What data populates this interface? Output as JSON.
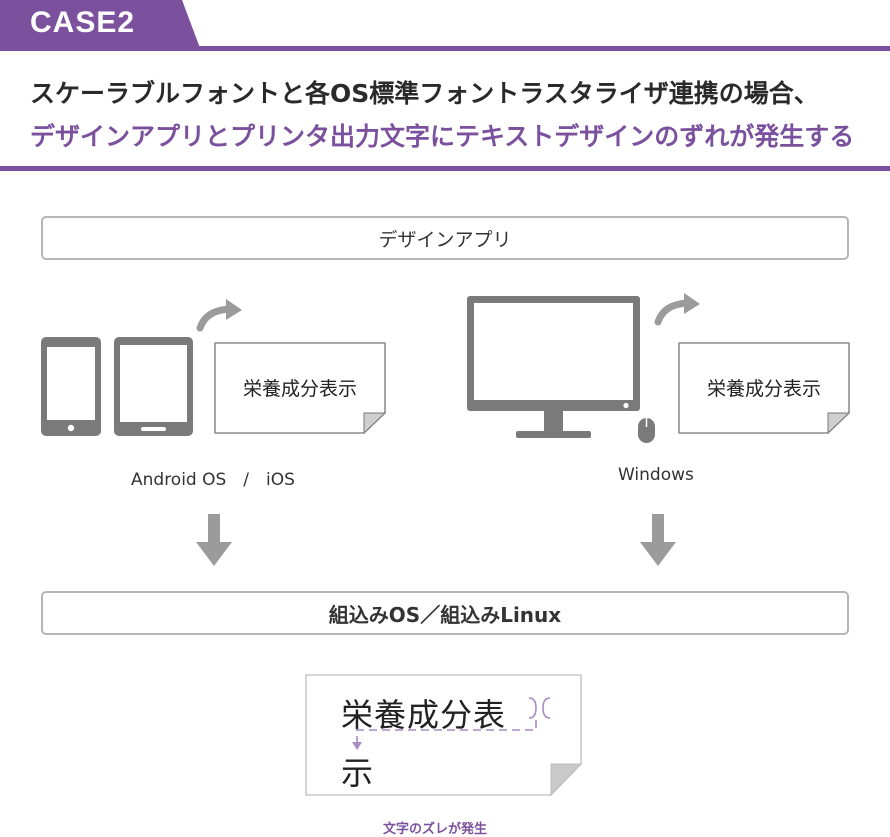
{
  "case_tab": {
    "label": "CASE2"
  },
  "heading": {
    "line1": "スケーラブルフォントと各OS標準フォントラスタライザ連携の場合、",
    "line2": "デザインアプリとプリンタ出力文字にテキストデザインのずれが発生する"
  },
  "design_app": {
    "label": "デザインアプリ"
  },
  "left_group": {
    "note_text": "栄養成分表示",
    "platform_label": "Android OS　/　iOS"
  },
  "right_group": {
    "note_text": "栄養成分表示",
    "platform_label": "Windows"
  },
  "embedded": {
    "label": "組込みOS／組込みLinux"
  },
  "result": {
    "line1": "栄養成分表",
    "line2": "示",
    "caption": "文字のズレが発生"
  },
  "colors": {
    "accent": "#7b519e",
    "device_gray": "#7a7a7a",
    "arrow_gray": "#9b9b9b",
    "border_gray": "#b5b5b5"
  }
}
